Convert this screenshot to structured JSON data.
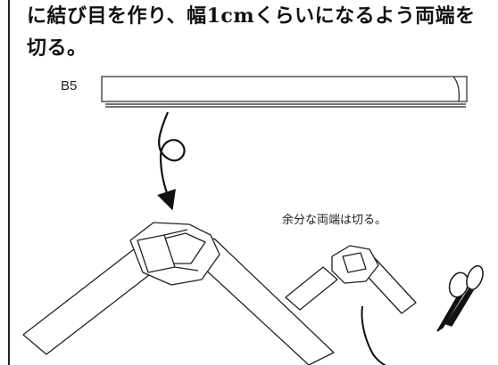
{
  "heading": {
    "line1": "に結び目を作り、幅1cmくらいになるよう両端を",
    "line2": "切る。"
  },
  "illustration": {
    "paper_size_label": "B5",
    "trim_note": "余分な両端は切る。",
    "icons": [
      "paper-strip-icon",
      "loop-arrow-icon",
      "knot-icon",
      "trimmed-knot-icon",
      "scissors-icon"
    ]
  }
}
